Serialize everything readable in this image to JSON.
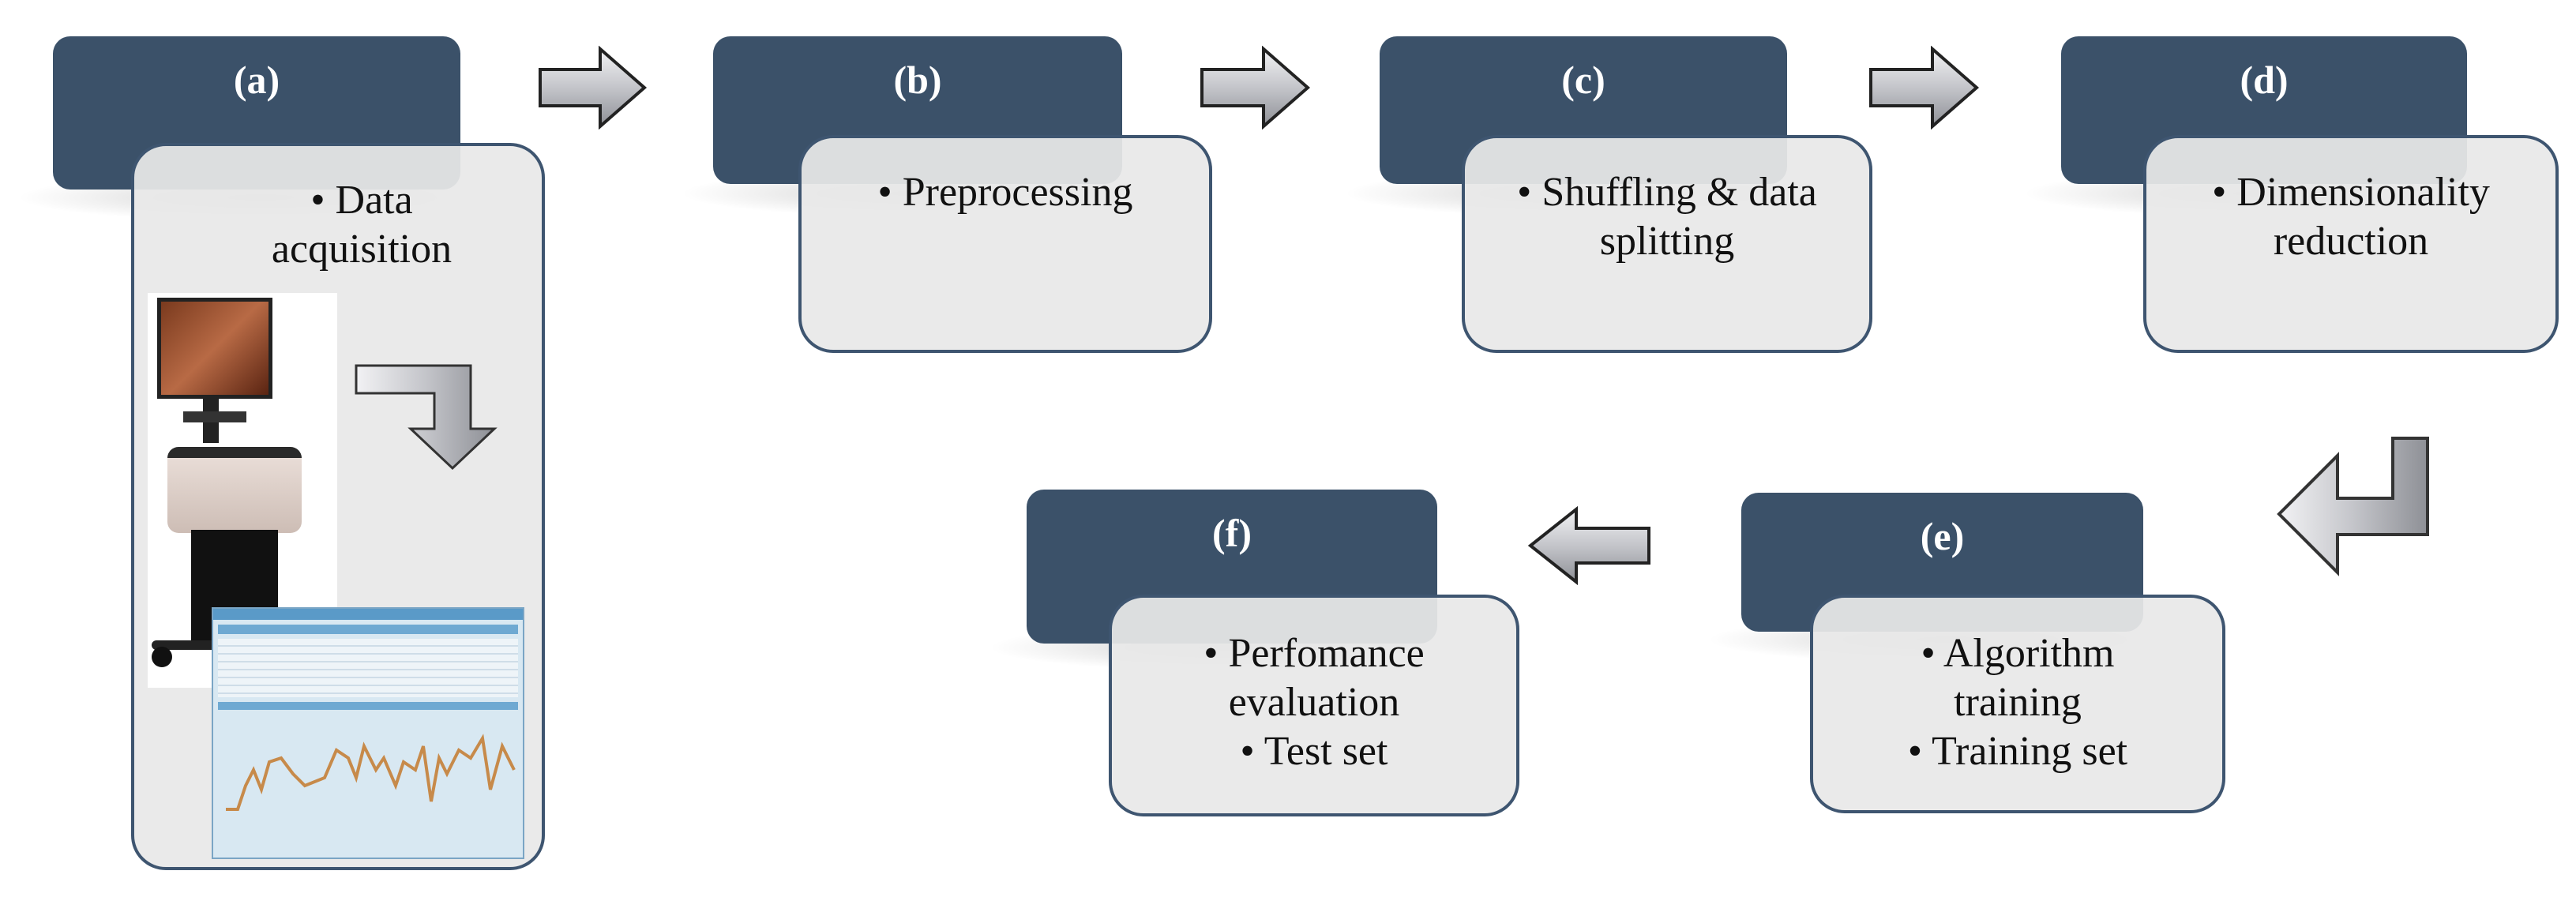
{
  "steps": [
    {
      "label": "(a)",
      "bullets": [
        "• Data acquisition"
      ]
    },
    {
      "label": "(b)",
      "bullets": [
        "• Preprocessing"
      ]
    },
    {
      "label": "(c)",
      "bullets": [
        "• Shuffling & data splitting"
      ]
    },
    {
      "label": "(d)",
      "bullets": [
        "• Dimensionality reduction"
      ]
    },
    {
      "label": "(e)",
      "bullets": [
        "• Algorithm training",
        "• Training set"
      ]
    },
    {
      "label": "(f)",
      "bullets": [
        "• Perfomance evaluation",
        "• Test set"
      ]
    }
  ],
  "colors": {
    "header": "#3b5169",
    "card": "#e8e8e8",
    "card_border": "#3e5570",
    "arrow": "#c8c8cc"
  },
  "icons": [
    "arrow-right-icon",
    "arrow-down-bent-icon",
    "arrow-left-icon",
    "surgical-simulator-image",
    "software-screenshot-image"
  ]
}
